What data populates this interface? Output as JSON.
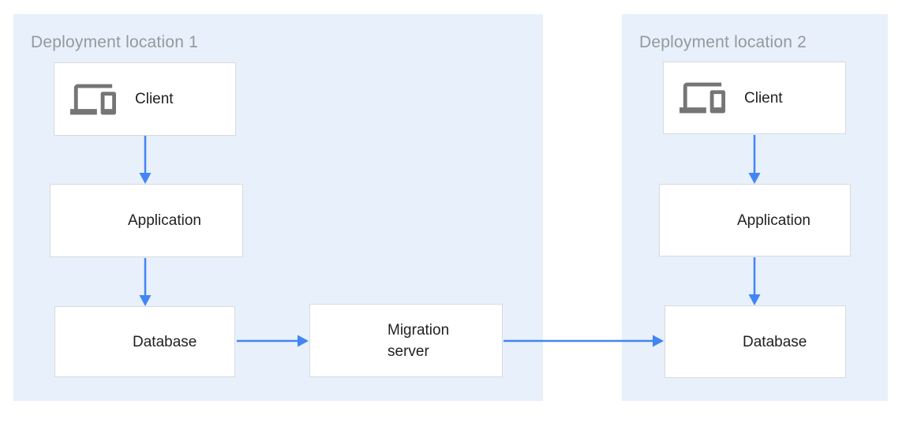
{
  "colors": {
    "page-bg": "#ffffff",
    "panel-bg": "#e8f0fb",
    "panel-title": "#95999e",
    "node-bg": "#ffffff",
    "node-border": "#d8dadd",
    "node-label": "#212121",
    "icon-gray": "#757575",
    "arrow-blue": "#4285f4"
  },
  "locations": [
    {
      "title": "Deployment location 1",
      "nodes": [
        {
          "label": "Client",
          "icon": "devices-icon"
        },
        {
          "label": "Application",
          "icon": "storage-icon"
        },
        {
          "label": "Database",
          "icon": "storage-icon"
        }
      ]
    },
    {
      "title": "Deployment location 2",
      "nodes": [
        {
          "label": "Client",
          "icon": "devices-icon"
        },
        {
          "label": "Application",
          "icon": "storage-icon"
        },
        {
          "label": "Database",
          "icon": "storage-icon"
        }
      ]
    }
  ],
  "middle_nodes": [
    {
      "label": "Migration server",
      "icon": "storage-icon"
    }
  ],
  "edges": [
    {
      "from": "client-1",
      "to": "application-1",
      "direction": "down"
    },
    {
      "from": "application-1",
      "to": "database-1",
      "direction": "down"
    },
    {
      "from": "database-1",
      "to": "migration-server",
      "direction": "right"
    },
    {
      "from": "migration-server",
      "to": "database-2",
      "direction": "right"
    },
    {
      "from": "client-2",
      "to": "application-2",
      "direction": "down"
    },
    {
      "from": "application-2",
      "to": "database-2",
      "direction": "down"
    }
  ]
}
